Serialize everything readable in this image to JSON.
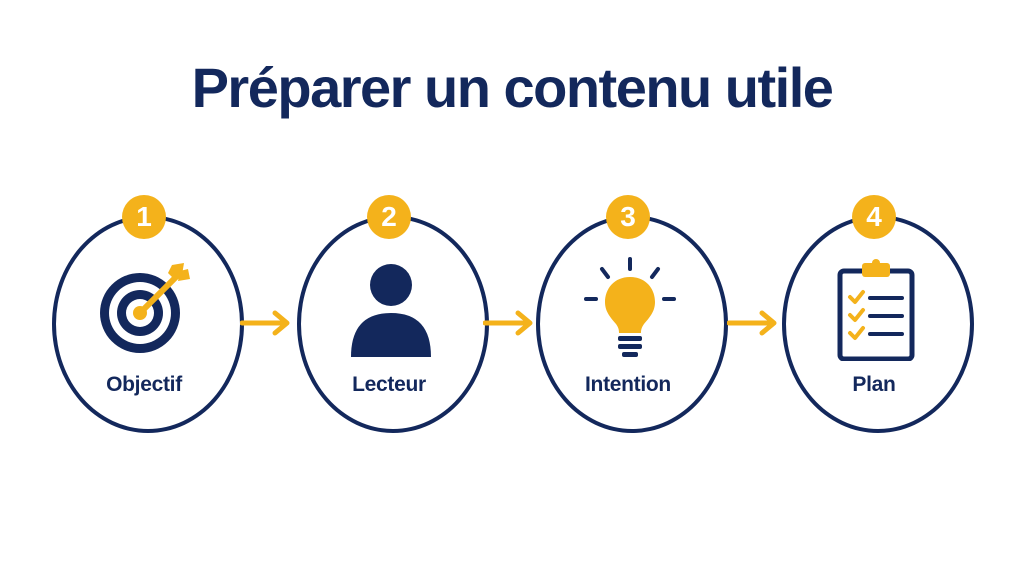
{
  "title": "Préparer un contenu utile",
  "steps": [
    {
      "number": "1",
      "label": "Objectif",
      "icon": "target-icon"
    },
    {
      "number": "2",
      "label": "Lecteur",
      "icon": "person-icon"
    },
    {
      "number": "3",
      "label": "Intention",
      "icon": "lightbulb-icon"
    },
    {
      "number": "4",
      "label": "Plan",
      "icon": "checklist-clipboard-icon"
    }
  ],
  "colors": {
    "navy": "#13285c",
    "gold": "#f4b21b",
    "background": "#ffffff"
  }
}
